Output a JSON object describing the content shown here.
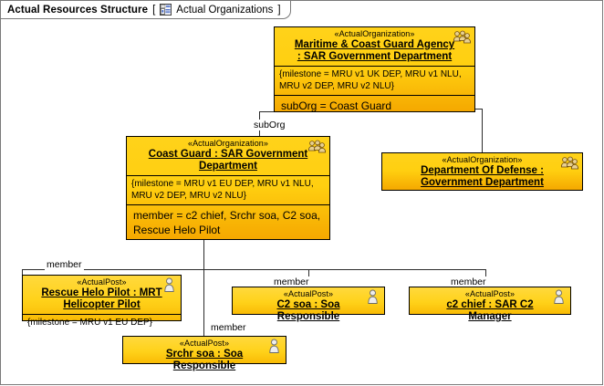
{
  "window": {
    "title": "Actual Resources Structure",
    "bracket_open": "[",
    "bracket_close": "]",
    "diagram_name": "Actual Organizations",
    "diagram_icon": "diagram-document-icon"
  },
  "colors": {
    "node_fill_top": "#ffd21a",
    "node_fill_bottom": "#f5a800",
    "node_border": "#000000",
    "connector": "#2b2b2b",
    "frame_border": "#7a7a7a",
    "canvas": "#ffffff"
  },
  "nodes": [
    {
      "id": "maritime",
      "stereotype": "«ActualOrganization»",
      "name": "Maritime & Coast Guard Agency : SAR Government Department",
      "icon": "organization-group-icon",
      "compartments": [
        "{milestone = MRU v1 UK  DEP, MRU v1 NLU, MRU v2 DEP, MRU v2 NLU}",
        "subOrg = Coast Guard"
      ]
    },
    {
      "id": "coastguard",
      "stereotype": "«ActualOrganization»",
      "name": "Coast Guard : SAR Government Department",
      "icon": "organization-group-icon",
      "compartments": [
        "{milestone = MRU v1 EU DEP, MRU v1 NLU, MRU v2 DEP, MRU v2 NLU}",
        "member = c2 chief, Srchr soa, C2 soa, Rescue Helo Pilot"
      ]
    },
    {
      "id": "dod",
      "stereotype": "«ActualOrganization»",
      "name": "Department Of Defense : Government Department",
      "icon": "organization-group-icon",
      "compartments": []
    },
    {
      "id": "rescuehelo",
      "stereotype": "«ActualPost»",
      "name": "Rescue Helo Pilot : MRT Helicopter Pilot",
      "icon": "person-icon",
      "compartments": [
        "{milestone = MRU v1 EU DEP}"
      ]
    },
    {
      "id": "c2soa",
      "stereotype": "«ActualPost»",
      "name": "C2 soa : Soa Responsible",
      "icon": "person-icon",
      "compartments": []
    },
    {
      "id": "c2chief",
      "stereotype": "«ActualPost»",
      "name": "c2 chief : SAR C2 Manager",
      "icon": "person-icon",
      "compartments": []
    },
    {
      "id": "srchrsoa",
      "stereotype": "«ActualPost»",
      "name": "Srchr soa : Soa Responsible",
      "icon": "person-icon",
      "compartments": []
    }
  ],
  "connectors": [
    {
      "id": "c-suborg-coastguard",
      "label": "subOrg",
      "from": "maritime",
      "to": "coastguard"
    },
    {
      "id": "c-suborg-dod",
      "label": "",
      "from": "maritime",
      "to": "dod"
    },
    {
      "id": "c-member-rescuehelo",
      "label": "member",
      "from": "coastguard",
      "to": "rescuehelo"
    },
    {
      "id": "c-member-c2soa",
      "label": "member",
      "from": "coastguard",
      "to": "c2soa"
    },
    {
      "id": "c-member-c2chief",
      "label": "member",
      "from": "coastguard",
      "to": "c2chief"
    },
    {
      "id": "c-member-srchrsoa",
      "label": "member",
      "from": "coastguard",
      "to": "srchrsoa"
    }
  ]
}
